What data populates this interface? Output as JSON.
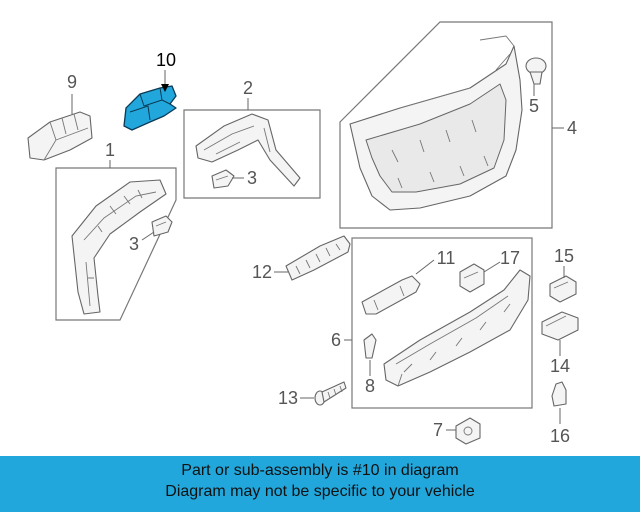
{
  "callouts": {
    "n1": "1",
    "n2": "2",
    "n3a": "3",
    "n3b": "3",
    "n4": "4",
    "n5": "5",
    "n6": "6",
    "n7": "7",
    "n8": "8",
    "n9": "9",
    "n10": "10",
    "n11": "11",
    "n12": "12",
    "n13": "13",
    "n14": "14",
    "n15": "15",
    "n16": "16",
    "n17": "17"
  },
  "highlight_color": "#21a7dc",
  "banner": {
    "line1": "Part or sub-assembly is #10 in diagram",
    "line2": "Diagram may not be specific to your vehicle"
  }
}
